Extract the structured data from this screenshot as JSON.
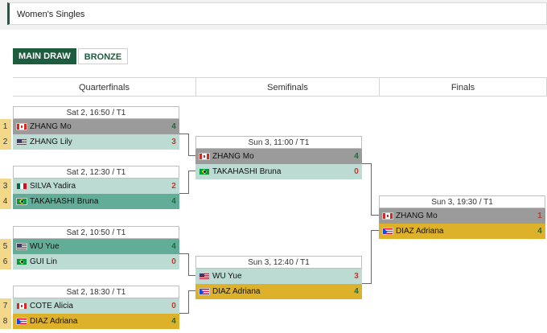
{
  "header": {
    "title": "Women's Singles"
  },
  "tabs": [
    {
      "label": "MAIN DRAW",
      "active": true
    },
    {
      "label": "BRONZE",
      "active": false
    }
  ],
  "rounds": [
    {
      "label": "Quarterfinals"
    },
    {
      "label": "Semifinals"
    },
    {
      "label": "Finals"
    }
  ],
  "colors": {
    "brand": "#1d5c3e",
    "winner_bg": "#62ad97",
    "final_winner_bg": "#ddb12a",
    "loser_bg": "#9b9b9b",
    "row_bg": "#bcdcd3",
    "seed_bg": "#f4d88a",
    "score_win": "#1d6b3a",
    "score_loss": "#c0392b"
  },
  "matches": {
    "qf1": {
      "time": "Sat 2, 16:50 / T1",
      "p1": {
        "seed": "1",
        "flag": "canada-flag-icon",
        "name": "ZHANG Mo",
        "score": "4"
      },
      "p2": {
        "seed": "2",
        "flag": "usa-flag-icon",
        "name": "ZHANG Lily",
        "score": "3"
      }
    },
    "qf2": {
      "time": "Sat 2, 12:30 / T1",
      "p1": {
        "seed": "3",
        "flag": "mexico-flag-icon",
        "name": "SILVA Yadira",
        "score": "2"
      },
      "p2": {
        "seed": "4",
        "flag": "brazil-flag-icon",
        "name": "TAKAHASHI Bruna",
        "score": "4"
      }
    },
    "qf3": {
      "time": "Sat 2, 10:50 / T1",
      "p1": {
        "seed": "5",
        "flag": "usa-flag-icon",
        "name": "WU Yue",
        "score": "4"
      },
      "p2": {
        "seed": "6",
        "flag": "brazil-flag-icon",
        "name": "GUI Lin",
        "score": "0"
      }
    },
    "qf4": {
      "time": "Sat 2, 18:30 / T1",
      "p1": {
        "seed": "7",
        "flag": "canada-flag-icon",
        "name": "COTE Alicia",
        "score": "0"
      },
      "p2": {
        "seed": "8",
        "flag": "puerto-rico-flag-icon",
        "name": "DIAZ Adriana",
        "score": "4"
      }
    },
    "sf1": {
      "time": "Sun 3, 11:00 / T1",
      "p1": {
        "flag": "canada-flag-icon",
        "name": "ZHANG Mo",
        "score": "4"
      },
      "p2": {
        "flag": "brazil-flag-icon",
        "name": "TAKAHASHI Bruna",
        "score": "0"
      }
    },
    "sf2": {
      "time": "Sun 3, 12:40 / T1",
      "p1": {
        "flag": "usa-flag-icon",
        "name": "WU Yue",
        "score": "3"
      },
      "p2": {
        "flag": "puerto-rico-flag-icon",
        "name": "DIAZ Adriana",
        "score": "4"
      }
    },
    "final": {
      "time": "Sun 3, 19:30 / T1",
      "p1": {
        "flag": "canada-flag-icon",
        "name": "ZHANG Mo",
        "score": "1"
      },
      "p2": {
        "flag": "puerto-rico-flag-icon",
        "name": "DIAZ Adriana",
        "score": "4"
      }
    }
  }
}
